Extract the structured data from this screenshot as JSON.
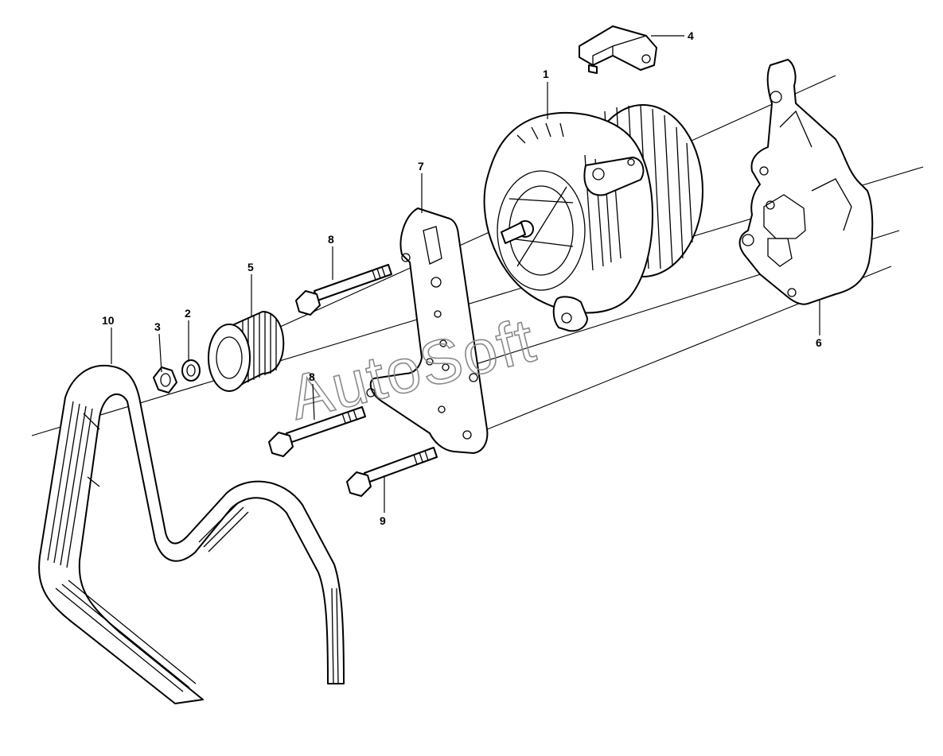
{
  "callouts": [
    {
      "id": "1",
      "label": "1"
    },
    {
      "id": "2",
      "label": "2"
    },
    {
      "id": "3",
      "label": "3"
    },
    {
      "id": "4",
      "label": "4"
    },
    {
      "id": "5",
      "label": "5"
    },
    {
      "id": "6",
      "label": "6"
    },
    {
      "id": "7",
      "label": "7"
    },
    {
      "id": "8a",
      "label": "8"
    },
    {
      "id": "8b",
      "label": "8"
    },
    {
      "id": "9",
      "label": "9"
    },
    {
      "id": "10",
      "label": "10"
    }
  ],
  "watermark": "AutoSoft"
}
